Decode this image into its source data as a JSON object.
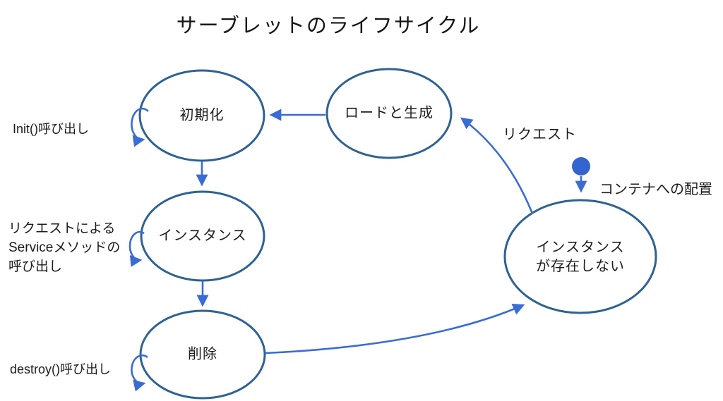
{
  "title": "サーブレットのライフサイクル",
  "colors": {
    "node_stroke": "#2e6194",
    "arrow": "#3a6cd6",
    "start_node": "#3465cf",
    "text": "#1c1c1c"
  },
  "nodes": [
    {
      "id": "init",
      "label": "初期化"
    },
    {
      "id": "load",
      "label": "ロードと生成"
    },
    {
      "id": "instance",
      "label": "インスタンス"
    },
    {
      "id": "delete",
      "label": "削除"
    },
    {
      "id": "no-instance",
      "label_lines": [
        "インスタンス",
        "が存在しない"
      ]
    }
  ],
  "edges": [
    {
      "id": "place-into-container",
      "from": "start",
      "to": "no-instance",
      "label": "コンテナへの配置"
    },
    {
      "id": "request",
      "from": "no-instance",
      "to": "load",
      "label": "リクエスト"
    },
    {
      "id": "load-to-init",
      "from": "load",
      "to": "init"
    },
    {
      "id": "init-self-loop",
      "from": "init",
      "to": "init",
      "label": "Init()呼び出し"
    },
    {
      "id": "init-to-instance",
      "from": "init",
      "to": "instance"
    },
    {
      "id": "service-self-loop",
      "from": "instance",
      "to": "instance",
      "label_lines": [
        "リクエストによる",
        "Serviceメソッドの",
        "呼び出し"
      ]
    },
    {
      "id": "instance-to-delete",
      "from": "instance",
      "to": "delete"
    },
    {
      "id": "destroy-self-loop",
      "from": "delete",
      "to": "delete",
      "label": "destroy()呼び出し"
    },
    {
      "id": "delete-to-no-instance",
      "from": "delete",
      "to": "no-instance"
    }
  ]
}
